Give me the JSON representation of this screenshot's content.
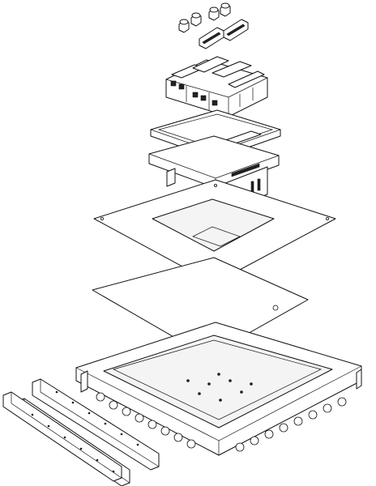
{
  "diagram": {
    "type": "exploded-view",
    "background": "#ffffff",
    "stroke_color": "#111111",
    "parts": [
      "cable-glands",
      "frame-brackets",
      "socket-insert-module",
      "cover-frame",
      "mounting-frame",
      "cover-plate-with-opening",
      "cover-plate",
      "floor-box-base",
      "side-rails"
    ]
  }
}
